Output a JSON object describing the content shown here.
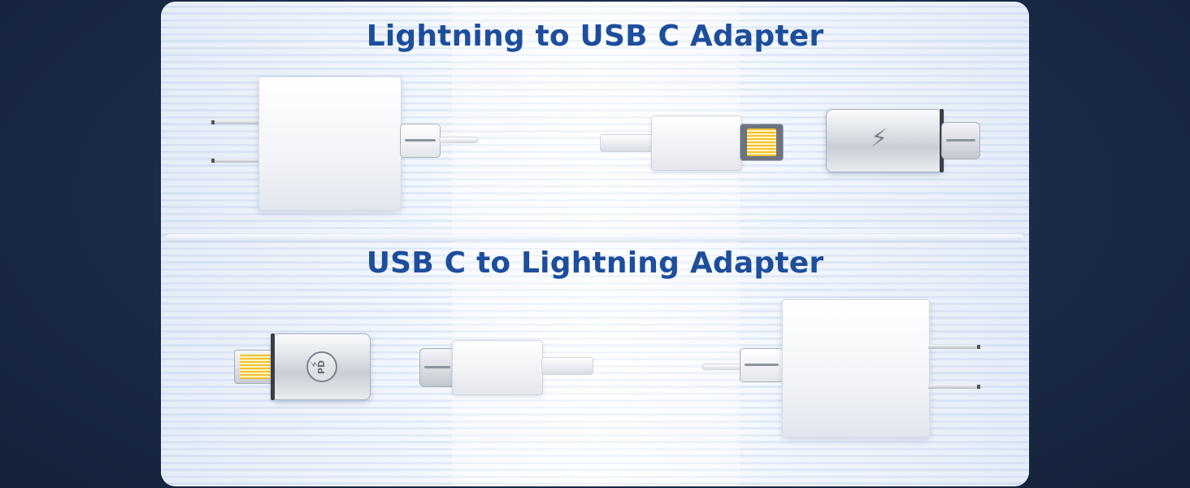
{
  "headings": {
    "top": "Lightning to USB C Adapter",
    "bottom": "USB C to Lightning Adapter"
  },
  "badges": {
    "pd": "PD"
  },
  "icons": {
    "bolt": "lightning-bolt-icon"
  },
  "colors": {
    "heading": "#1d4e9c",
    "background": "#1a2a48",
    "panel": "#eef3fa",
    "lightning_pins": "#f1c233"
  }
}
